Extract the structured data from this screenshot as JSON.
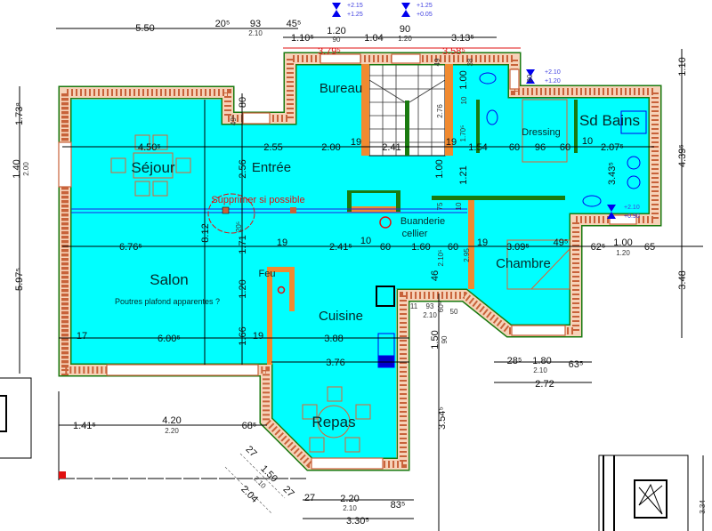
{
  "rooms": {
    "bureau": "Bureau",
    "sd_bains": "Sd Bains",
    "dressing": "Dressing",
    "sejour": "Séjour",
    "entree": "Entrée",
    "salon": "Salon",
    "poutres": "Poutres plafond apparentes ?",
    "feu": "Feu",
    "cuisine": "Cuisine",
    "chambre": "Chambre",
    "repas": "Repas",
    "buanderie": "Buanderie",
    "cellier": "cellier"
  },
  "notes": {
    "supprimer": "Supprimer si possible"
  },
  "levels": [
    {
      "top": "+2.15",
      "bottom": "+1.25"
    },
    {
      "top": "+1.25",
      "bottom": "+0.05"
    },
    {
      "top": "+2.10",
      "bottom": "+1.20"
    },
    {
      "top": "+2.10",
      "bottom": "+0.90"
    }
  ],
  "dimensions": [
    "5.50",
    "20⁵",
    "93",
    "2.10",
    "45⁵",
    "1.10⁵",
    "1.20",
    "90",
    "3.79⁵",
    "1.04",
    "90",
    "1.20",
    "3.13⁵",
    "3.58⁵",
    "1.10",
    "80",
    "49⁵",
    "49",
    "38",
    "80",
    "1.00",
    "10",
    "2.76",
    "1.70⁵",
    "4.50⁵",
    "2.55",
    "2.00",
    "19",
    "2.41",
    "19",
    "1.54",
    "60",
    "96",
    "60",
    "10",
    "2.07⁵",
    "2.56",
    "3.43⁵",
    "1.00",
    "1.21",
    "8.12",
    "20⁵",
    "1.71",
    "75",
    "10",
    "4.39⁵",
    "6.76⁵",
    "19",
    "2.41⁵",
    "10",
    "60",
    "1.60",
    "2.10⁵",
    "60",
    "2.95",
    "19",
    "3.09⁵",
    "49⁵",
    "62⁵",
    "1.00",
    "1.20",
    "65",
    "1.73⁸",
    "1.40",
    "2.00",
    "5.97⁵",
    "3.48",
    "1.20",
    "1.66",
    "46",
    "17",
    "6.00⁵",
    "19",
    "3.88",
    "3.76",
    "11",
    "93",
    "2.10",
    "60⁶",
    "50",
    "1.50",
    "90",
    "28⁵",
    "1.80",
    "2.10",
    "63⁵",
    "2.72",
    "1.41⁵",
    "4.20",
    "2.20",
    "68⁵",
    "3.54⁵",
    "27",
    "1.50",
    "2.10",
    "27",
    "2.04",
    "27",
    "2.20",
    "2.10",
    "83⁵",
    "3.30⁵",
    "3.34"
  ],
  "colors": {
    "floor": "#00ffff",
    "wall": "#c8623a",
    "outer_line": "#1a7a10",
    "annotation": "#e01010",
    "level": "#0000ee"
  }
}
